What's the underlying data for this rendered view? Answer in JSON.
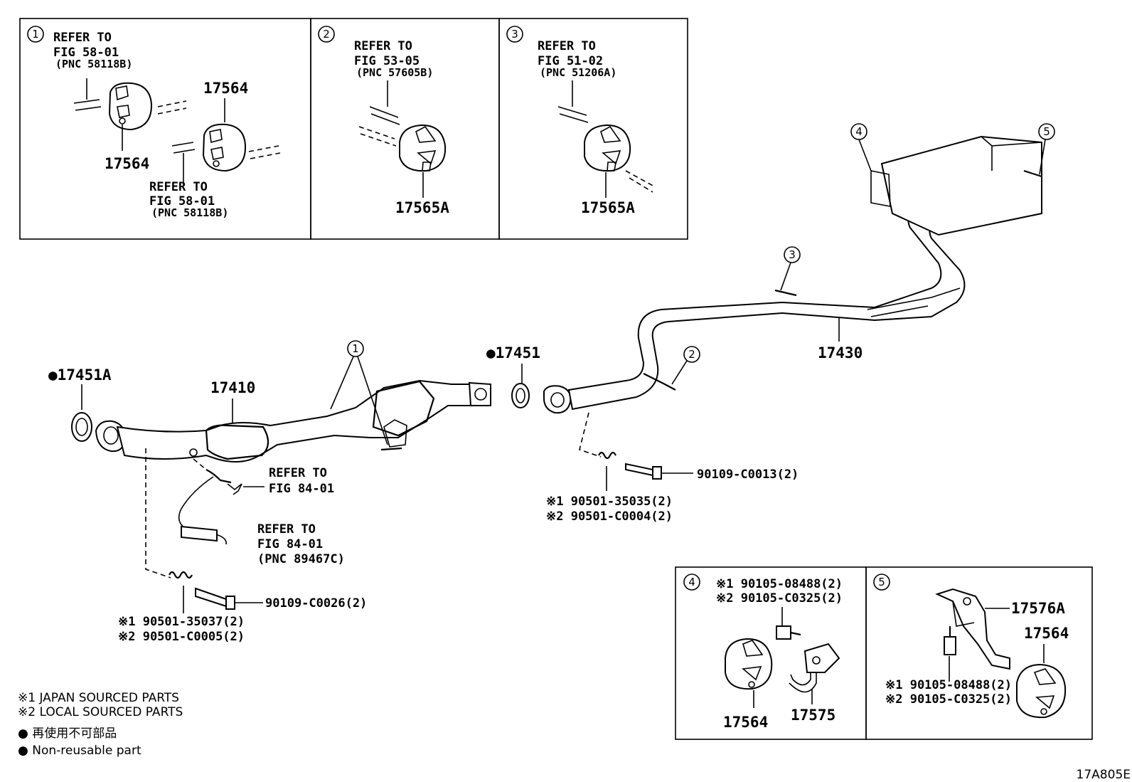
{
  "callouts": {
    "c1": "1",
    "c2": "2",
    "c3": "3",
    "c4": "4",
    "c5": "5"
  },
  "box1": {
    "refer_a": [
      "REFER TO",
      "FIG 58-01",
      "(PNC 58118B)"
    ],
    "refer_b": [
      "REFER TO",
      "FIG 58-01",
      "(PNC 58118B)"
    ],
    "part_top": "17564",
    "part_bottom": "17564"
  },
  "box2": {
    "refer": [
      "REFER TO",
      "FIG 53-05",
      "(PNC 57605B)"
    ],
    "part": "17565A"
  },
  "box3": {
    "refer": [
      "REFER TO",
      "FIG 51-02",
      "(PNC 51206A)"
    ],
    "part": "17565A"
  },
  "main": {
    "gasket_front": "●17451A",
    "front_pipe": "17410",
    "gasket_center": "●17451",
    "tail_pipe": "17430",
    "refer_sensor1": [
      "REFER TO",
      "FIG 84-01"
    ],
    "refer_sensor2": [
      "REFER TO",
      "FIG 84-01",
      "(PNC 89467C)"
    ],
    "bolt_front": "90109-C0026(2)",
    "spring_front_1": "※1 90501-35037(2)",
    "spring_front_2": "※2 90501-C0005(2)",
    "bolt_center": "90109-C0013(2)",
    "spring_center_1": "※1 90501-35035(2)",
    "spring_center_2": "※2 90501-C0004(2)"
  },
  "box4": {
    "bolt_1": "※1 90105-08488(2)",
    "bolt_2": "※2 90105-C0325(2)",
    "hanger": "17564",
    "bracket": "17575"
  },
  "box5": {
    "bracket": "17576A",
    "hanger": "17564",
    "bolt_1": "※1 90105-08488(2)",
    "bolt_2": "※2 90105-C0325(2)"
  },
  "legend": {
    "note1": "※1  JAPAN SOURCED PARTS",
    "note2": "※2  LOCAL SOURCED PARTS",
    "jp": "● 再使用不可部品",
    "en": "● Non-reusable part"
  },
  "figure_id": "17A805E"
}
